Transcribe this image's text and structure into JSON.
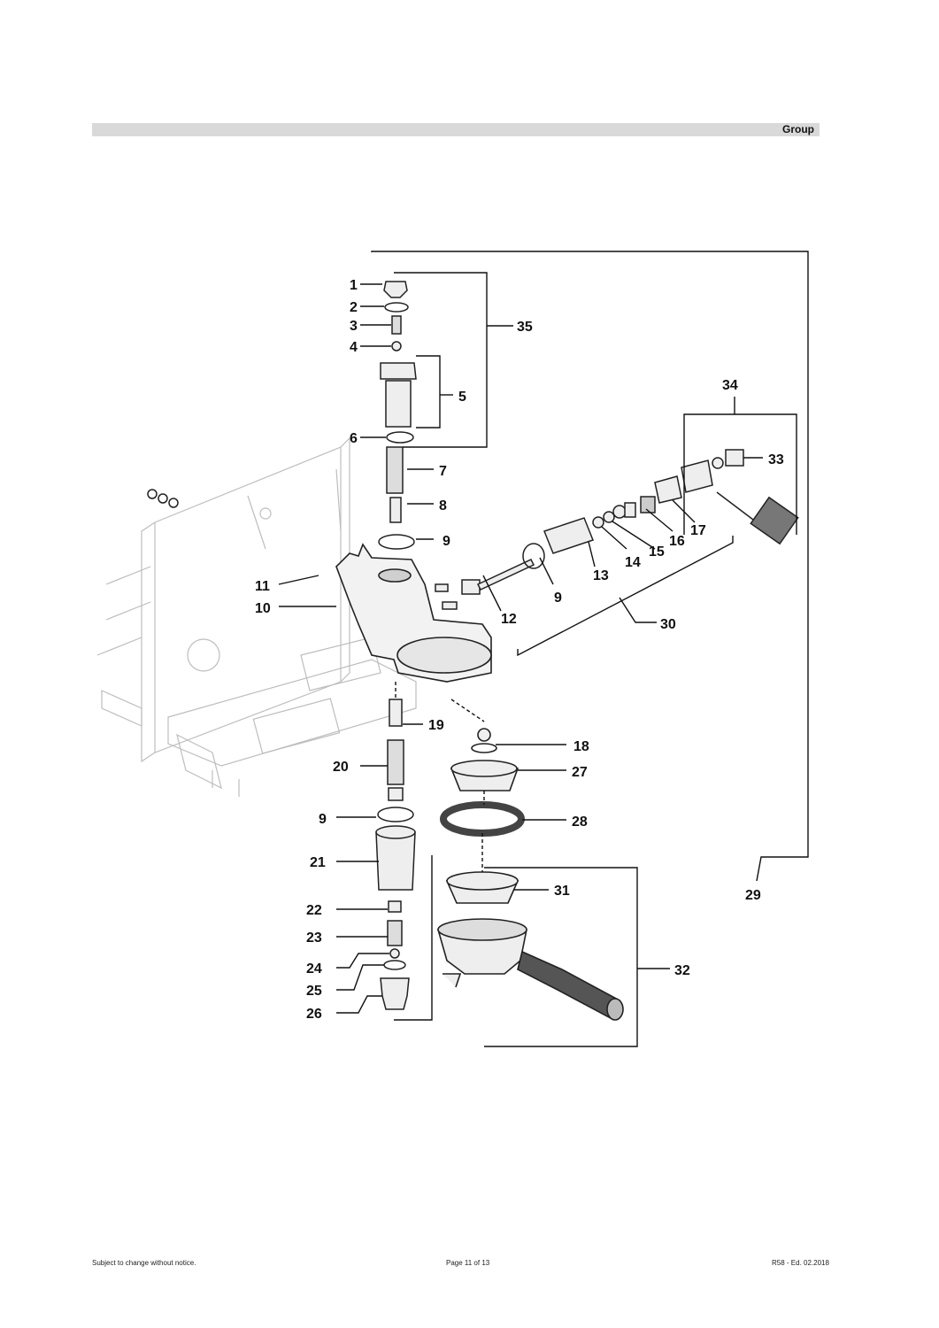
{
  "header": {
    "title": "Group"
  },
  "footer": {
    "left": "Subject to change without notice.",
    "center": "Page 11 of 13",
    "right": "R58 - Ed. 02.2018"
  },
  "callouts": {
    "c1": "1",
    "c2": "2",
    "c3": "3",
    "c4": "4",
    "c5": "5",
    "c6": "6",
    "c7": "7",
    "c8": "8",
    "c9a": "9",
    "c9b": "9",
    "c9c": "9",
    "c10": "10",
    "c11": "11",
    "c12": "12",
    "c13": "13",
    "c14": "14",
    "c15": "15",
    "c16": "16",
    "c17": "17",
    "c18": "18",
    "c19": "19",
    "c20": "20",
    "c21": "21",
    "c22": "22",
    "c23": "23",
    "c24": "24",
    "c25": "25",
    "c26": "26",
    "c27": "27",
    "c28": "28",
    "c29": "29",
    "c30": "30",
    "c31": "31",
    "c32": "32",
    "c33": "33",
    "c34": "34",
    "c35": "35"
  }
}
